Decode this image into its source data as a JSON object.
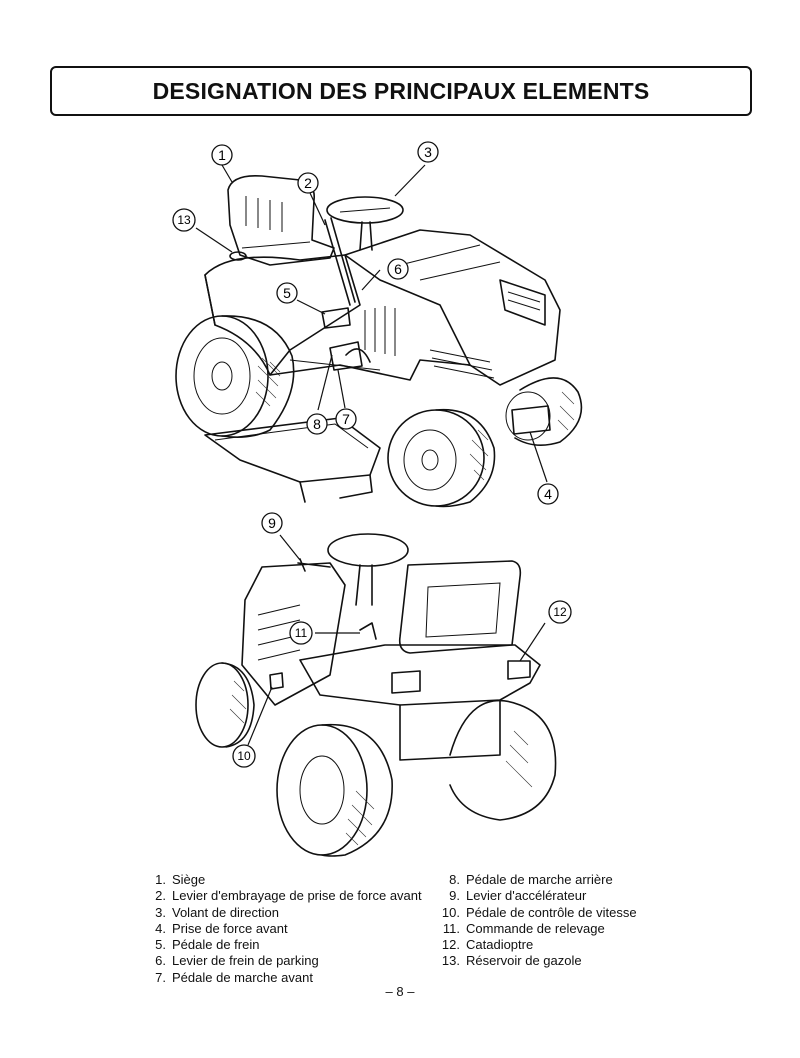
{
  "title": "DESIGNATION DES PRINCIPAUX ELEMENTS",
  "callouts": [
    "1",
    "2",
    "3",
    "4",
    "5",
    "6",
    "7",
    "8",
    "9",
    "10",
    "11",
    "12",
    "13"
  ],
  "legend_left": [
    {
      "num": "1.",
      "text": "Siège"
    },
    {
      "num": "2.",
      "text": "Levier d'embrayage de prise de force avant"
    },
    {
      "num": "3.",
      "text": "Volant de direction"
    },
    {
      "num": "4.",
      "text": "Prise de force avant"
    },
    {
      "num": "5.",
      "text": "Pédale de frein"
    },
    {
      "num": "6.",
      "text": "Levier de frein de parking"
    },
    {
      "num": "7.",
      "text": "Pédale de marche avant"
    }
  ],
  "legend_right": [
    {
      "num": "8.",
      "text": "Pédale de marche arrière"
    },
    {
      "num": "9.",
      "text": "Levier d'accélérateur"
    },
    {
      "num": "10.",
      "text": "Pédale de contrôle de vitesse"
    },
    {
      "num": "11.",
      "text": "Commande de relevage"
    },
    {
      "num": "12.",
      "text": "Catadioptre"
    },
    {
      "num": "13.",
      "text": "Réservoir de gazole"
    }
  ],
  "page_number": "– 8 –"
}
